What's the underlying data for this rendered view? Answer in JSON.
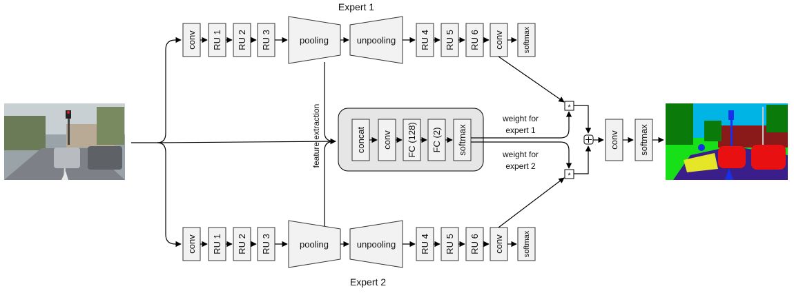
{
  "titles": {
    "expert1": "Expert 1",
    "expert2": "Expert 2"
  },
  "expert_top": {
    "conv": "conv",
    "ru1": "RU 1",
    "ru2": "RU 2",
    "ru3": "RU 3",
    "pooling": "pooling",
    "unpooling": "unpooling",
    "ru4": "RU 4",
    "ru5": "RU 5",
    "ru6": "RU 6",
    "conv2": "conv",
    "softmax": "softmax"
  },
  "expert_bottom": {
    "conv": "conv",
    "ru1": "RU 1",
    "ru2": "RU 2",
    "ru3": "RU 3",
    "pooling": "pooling",
    "unpooling": "unpooling",
    "ru4": "RU 4",
    "ru5": "RU 5",
    "ru6": "RU 6",
    "conv2": "conv",
    "softmax": "softmax"
  },
  "gating": {
    "concat": "concat",
    "conv": "conv",
    "fc128": "FC (128)",
    "fc2": "FC (2)",
    "softmax": "softmax"
  },
  "labels": {
    "feature_extraction": "feature extraction",
    "w1_line1": "weight for",
    "w1_line2": "expert 1",
    "w2_line1": "weight for",
    "w2_line2": "expert 2"
  },
  "fusion": {
    "mult": "*",
    "conv": "conv",
    "softmax": "softmax"
  },
  "images": {
    "input": "street-scene-photo",
    "output": "semantic-segmentation-map"
  },
  "colors": {
    "box_fill": "#f2f2f2",
    "gating_fill": "#e6e6e6",
    "seg_sky": "#00b4e6",
    "seg_road": "#3a1f8a",
    "seg_car": "#e81010",
    "seg_vegetation": "#0a7a0a",
    "seg_sidewalk": "#e6e628",
    "seg_building": "#8a1a1a",
    "seg_grass": "#18e018"
  }
}
